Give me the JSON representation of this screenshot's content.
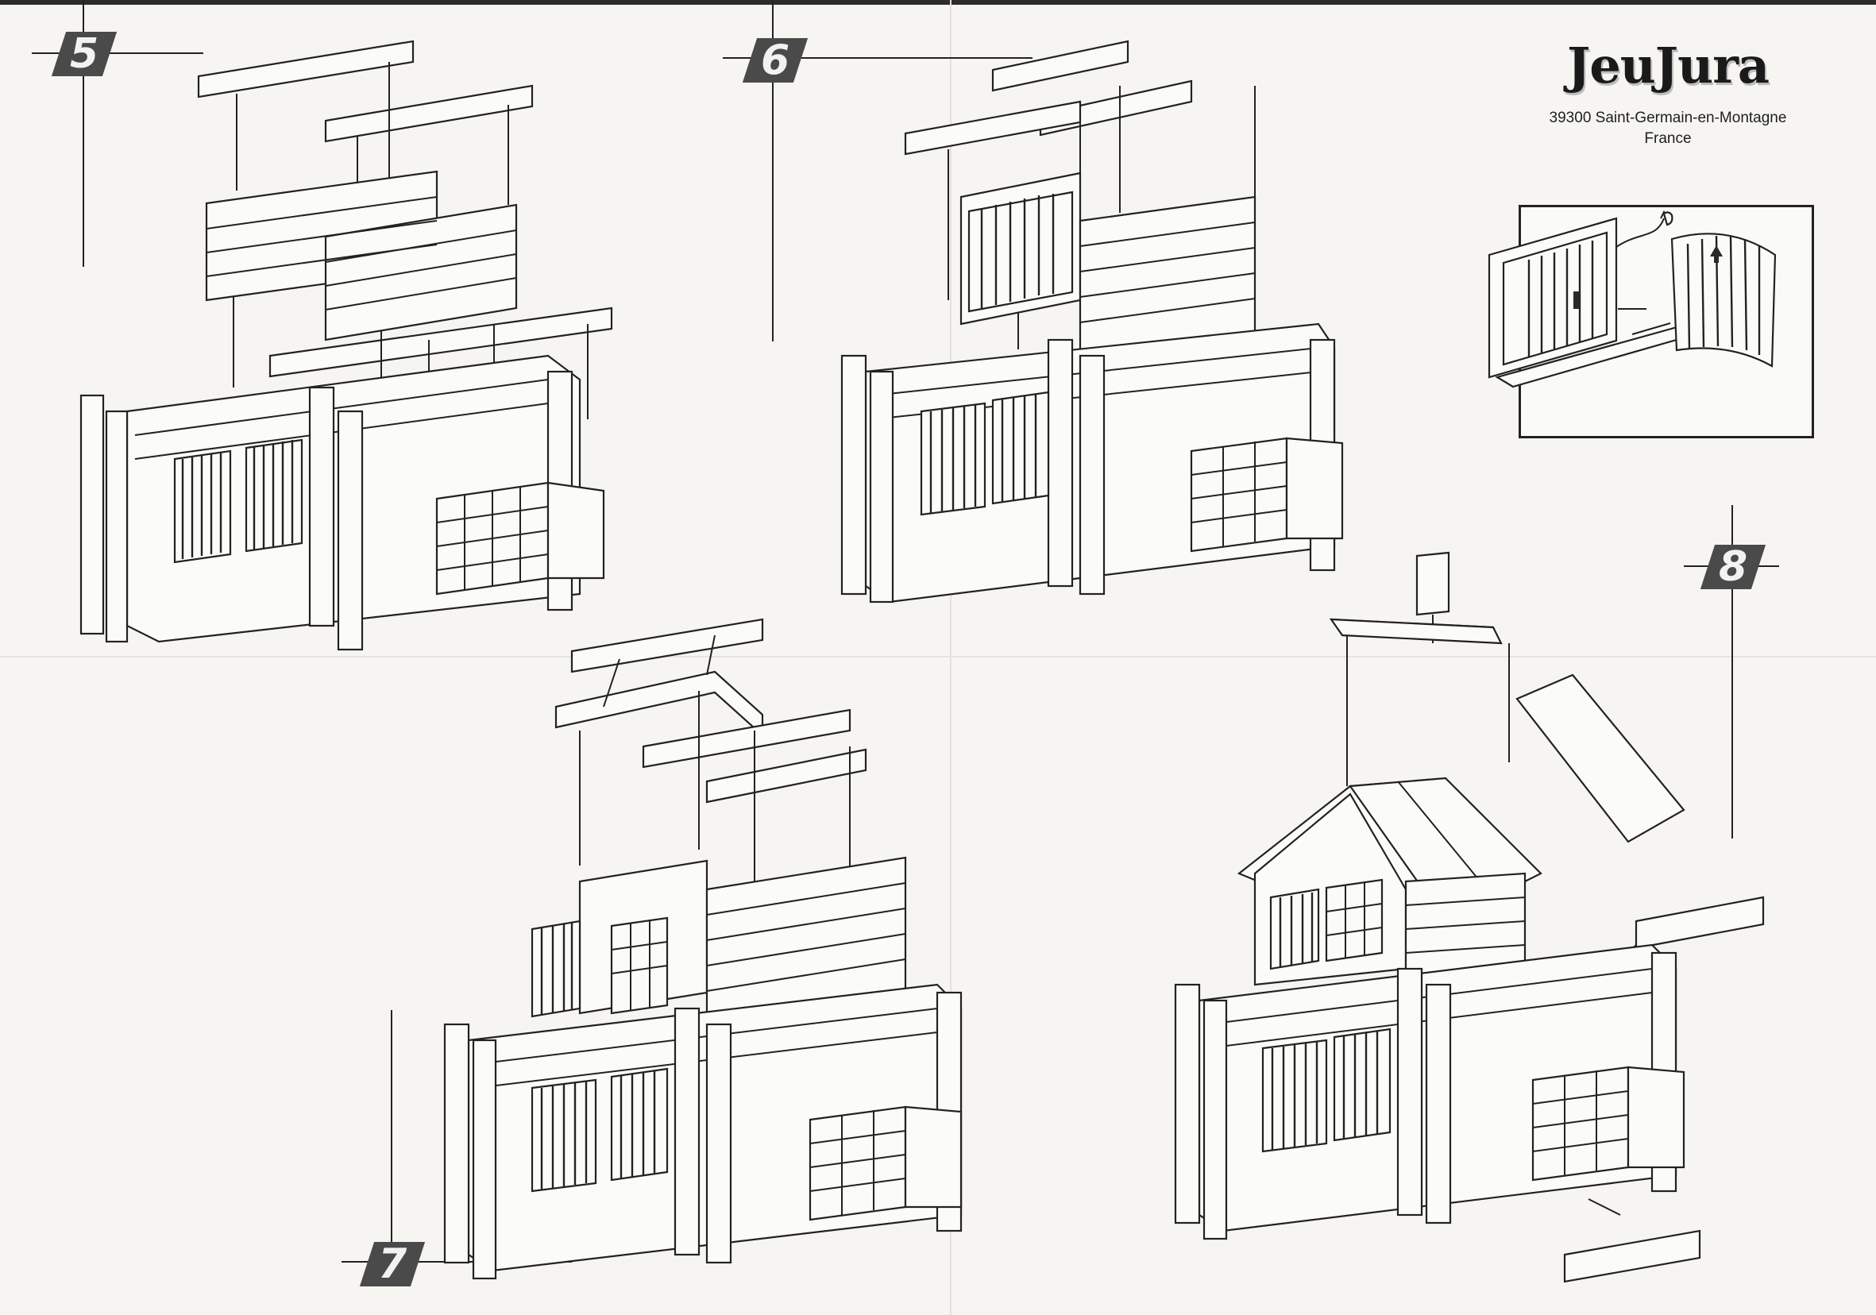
{
  "brand": {
    "logo_text": "JeuJura",
    "address_line": "39300 Saint-Germain-en-Montagne",
    "country": "France"
  },
  "steps": [
    {
      "number": "5"
    },
    {
      "number": "6"
    },
    {
      "number": "7"
    },
    {
      "number": "8"
    }
  ],
  "colors": {
    "paper": "#f6f5f1",
    "ink": "#222222",
    "step_badge": "#4a4a4a"
  }
}
